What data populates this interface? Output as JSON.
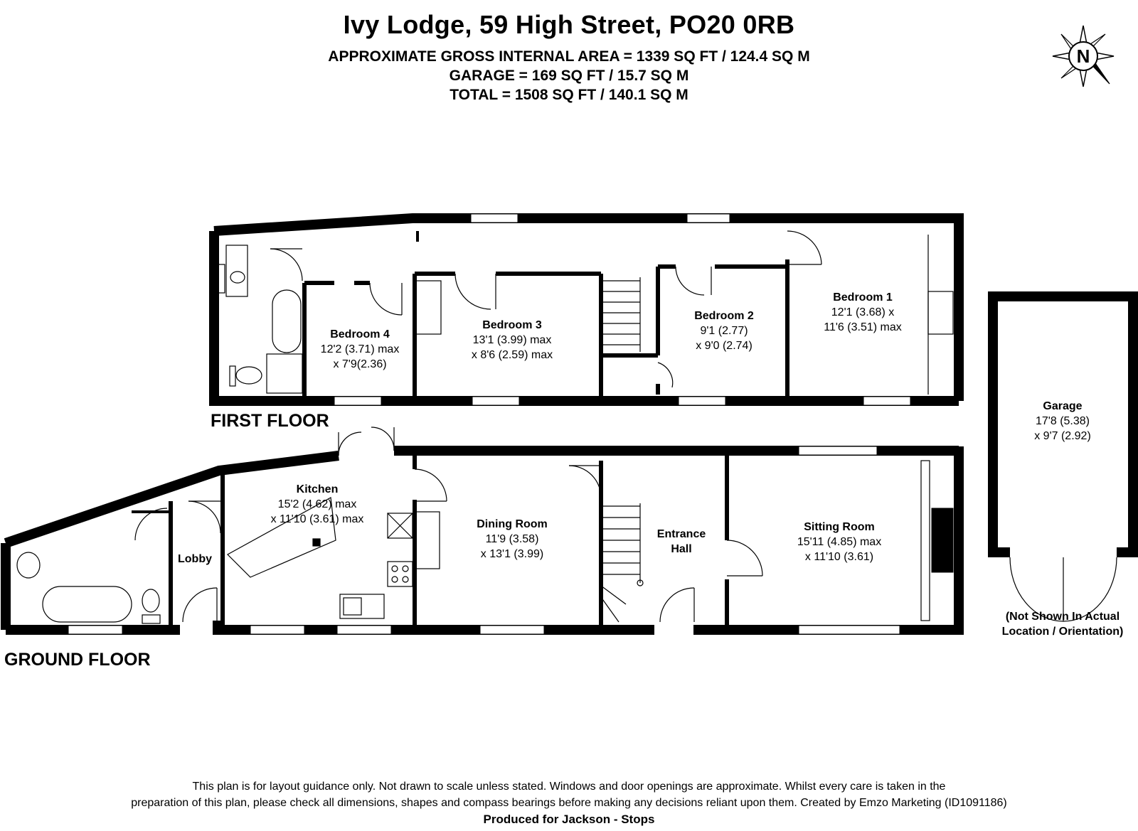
{
  "header": {
    "title": "Ivy Lodge, 59 High Street, PO20 0RB",
    "area_lines": [
      "APPROXIMATE GROSS INTERNAL AREA = 1339 SQ FT / 124.4 SQ M",
      "GARAGE = 169 SQ FT / 15.7 SQ M",
      "TOTAL = 1508 SQ FT / 140.1 SQ M"
    ]
  },
  "compass": {
    "letter": "N",
    "icon": "compass-rose-icon"
  },
  "floors": {
    "first": "FIRST FLOOR",
    "ground": "GROUND FLOOR"
  },
  "rooms": {
    "bedroom4": {
      "name": "Bedroom 4",
      "dim1": "12'2 (3.71) max",
      "dim2": "x 7'9(2.36)"
    },
    "bedroom3": {
      "name": "Bedroom 3",
      "dim1": "13'1 (3.99) max",
      "dim2": "x  8'6 (2.59) max"
    },
    "bedroom2": {
      "name": "Bedroom 2",
      "dim1": "9'1 (2.77)",
      "dim2": "x 9'0 (2.74)"
    },
    "bedroom1": {
      "name": "Bedroom 1",
      "dim1": "12'1 (3.68) x",
      "dim2": "11'6 (3.51) max"
    },
    "kitchen": {
      "name": "Kitchen",
      "dim1": "15'2 (4.62) max",
      "dim2": "x 11'10 (3.61) max"
    },
    "lobby": {
      "name": "Lobby"
    },
    "dining": {
      "name": "Dining Room",
      "dim1": "11'9 (3.58)",
      "dim2": "x 13'1 (3.99)"
    },
    "entrance": {
      "name": "Entrance",
      "name2": "Hall"
    },
    "sitting": {
      "name": "Sitting Room",
      "dim1": "15'11 (4.85) max",
      "dim2": "x 11'10 (3.61)"
    },
    "garage": {
      "name": "Garage",
      "dim1": "17'8 (5.38)",
      "dim2": "x 9'7 (2.92)"
    }
  },
  "garage_note": {
    "line1": "(Not Shown In Actual",
    "line2": "Location / Orientation)"
  },
  "disclaimer": {
    "line1": "This plan is for layout guidance only. Not drawn to scale unless stated. Windows and door openings are approximate. Whilst every care is taken in the",
    "line2": "preparation of this plan, please check all dimensions, shapes and compass bearings before making any decisions reliant upon them. Created by Emzo Marketing (ID1091186)",
    "line3": "Produced for Jackson - Stops"
  }
}
